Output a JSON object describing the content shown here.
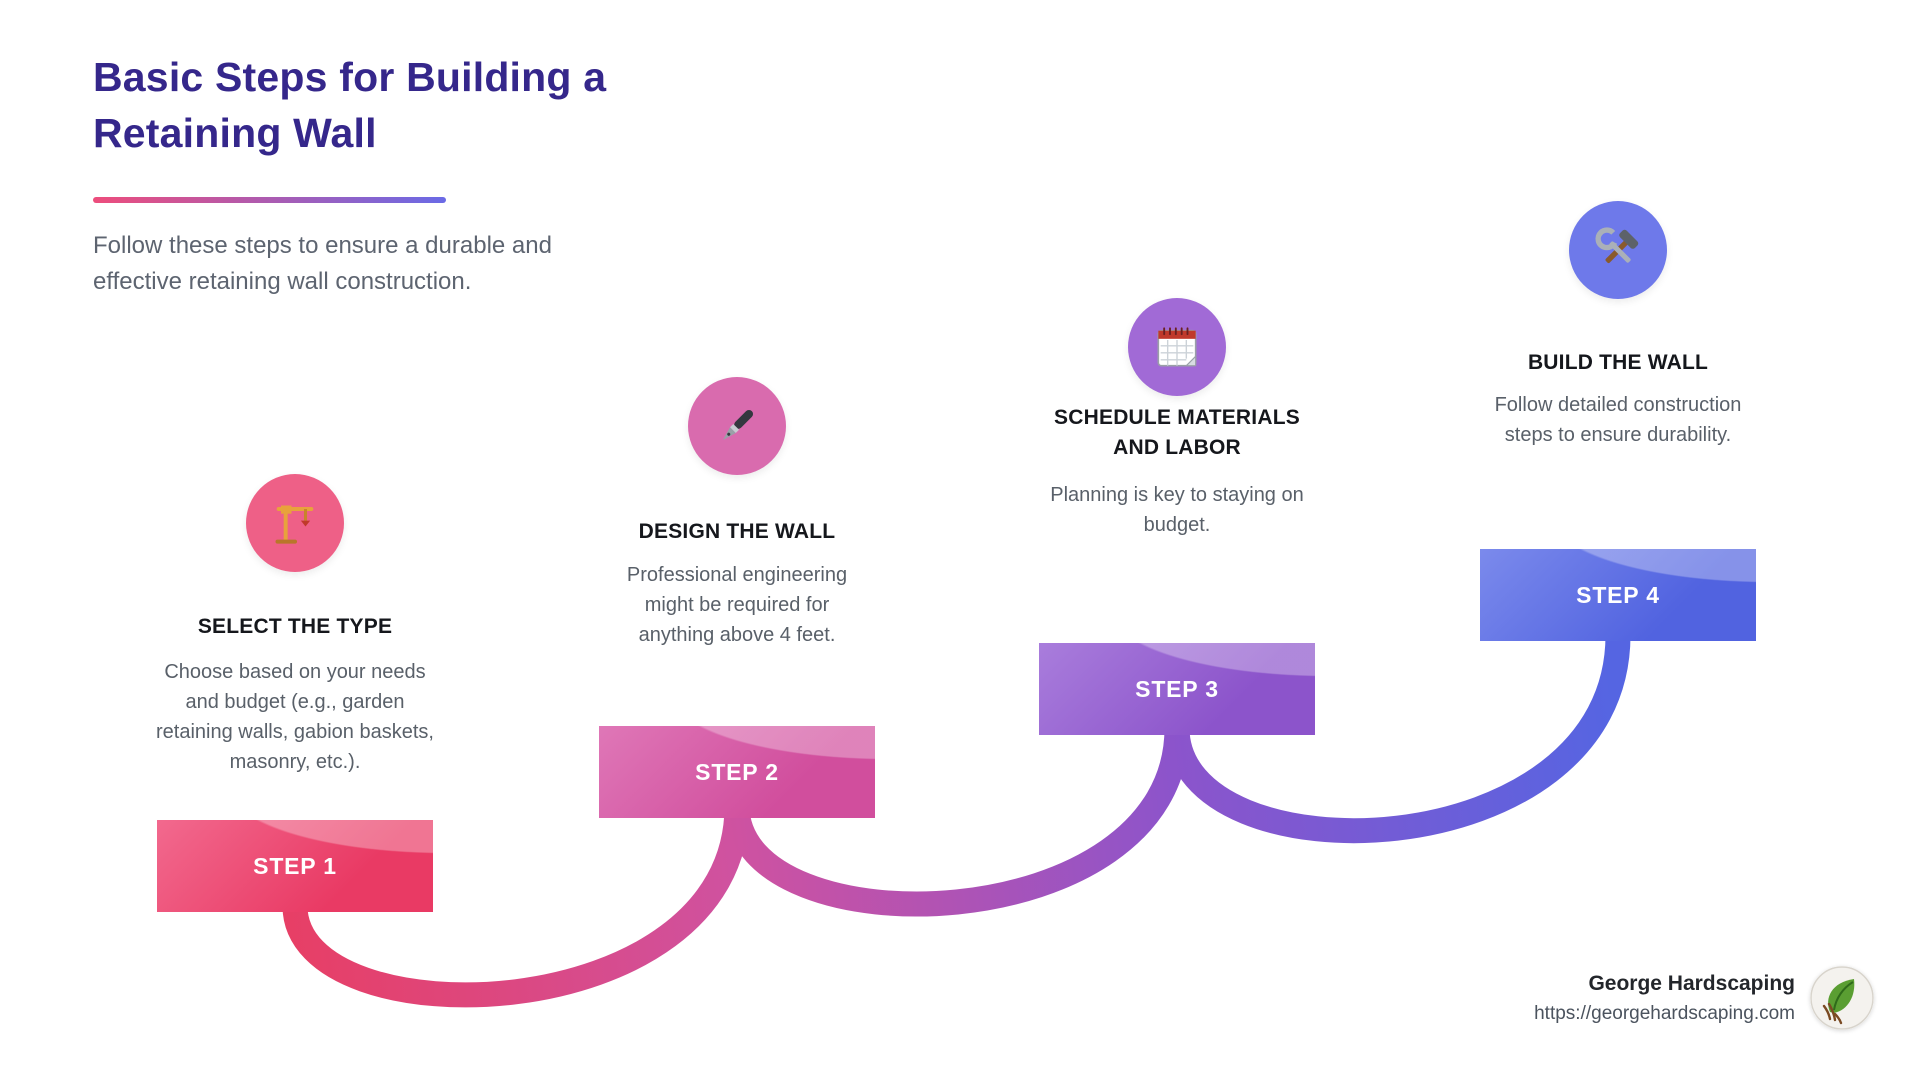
{
  "header": {
    "title": "Basic Steps for Building a Retaining Wall",
    "subtitle": "Follow these steps to ensure a durable and effective retaining wall construction.",
    "title_color": "#35278b",
    "underline_gradient": [
      "#ed4d7c",
      "#6a6ae6"
    ]
  },
  "steps": [
    {
      "label": "STEP 1",
      "heading": "SELECT THE TYPE",
      "description": "Choose based on your needs and budget (e.g., garden retaining walls, gabion baskets, masonry, etc.).",
      "icon": "crane-icon",
      "colors": {
        "box": "#e93a64",
        "box_light": "#f2698e",
        "icon_bg": "#ee6087"
      }
    },
    {
      "label": "STEP 2",
      "heading": "DESIGN THE WALL",
      "description": "Professional engineering might be required for anything above 4 feet.",
      "icon": "pen-icon",
      "colors": {
        "box": "#d14e9d",
        "box_light": "#df77b7",
        "icon_bg": "#d96bae"
      }
    },
    {
      "label": "STEP 3",
      "heading": "SCHEDULE MATERIALS AND LABOR",
      "description": "Planning is key to staying on budget.",
      "icon": "calendar-icon",
      "colors": {
        "box": "#8c54cb",
        "box_light": "#a97ddc",
        "icon_bg": "#a16ad6"
      }
    },
    {
      "label": "STEP 4",
      "heading": "BUILD THE WALL",
      "description": "Follow detailed construction steps to ensure durability.",
      "icon": "tools-icon",
      "colors": {
        "box": "#5163e0",
        "box_light": "#7b8aec",
        "icon_bg": "#6e79ea"
      }
    }
  ],
  "connectors": {
    "gradients": [
      [
        "#e73f66",
        "#cf52a0"
      ],
      [
        "#cf52a0",
        "#8c54cb"
      ],
      [
        "#8c54cb",
        "#5565e2"
      ]
    ]
  },
  "footer": {
    "brand": "George Hardscaping",
    "url": "https://georgehardscaping.com",
    "logo": "george-hardscaping-logo"
  }
}
